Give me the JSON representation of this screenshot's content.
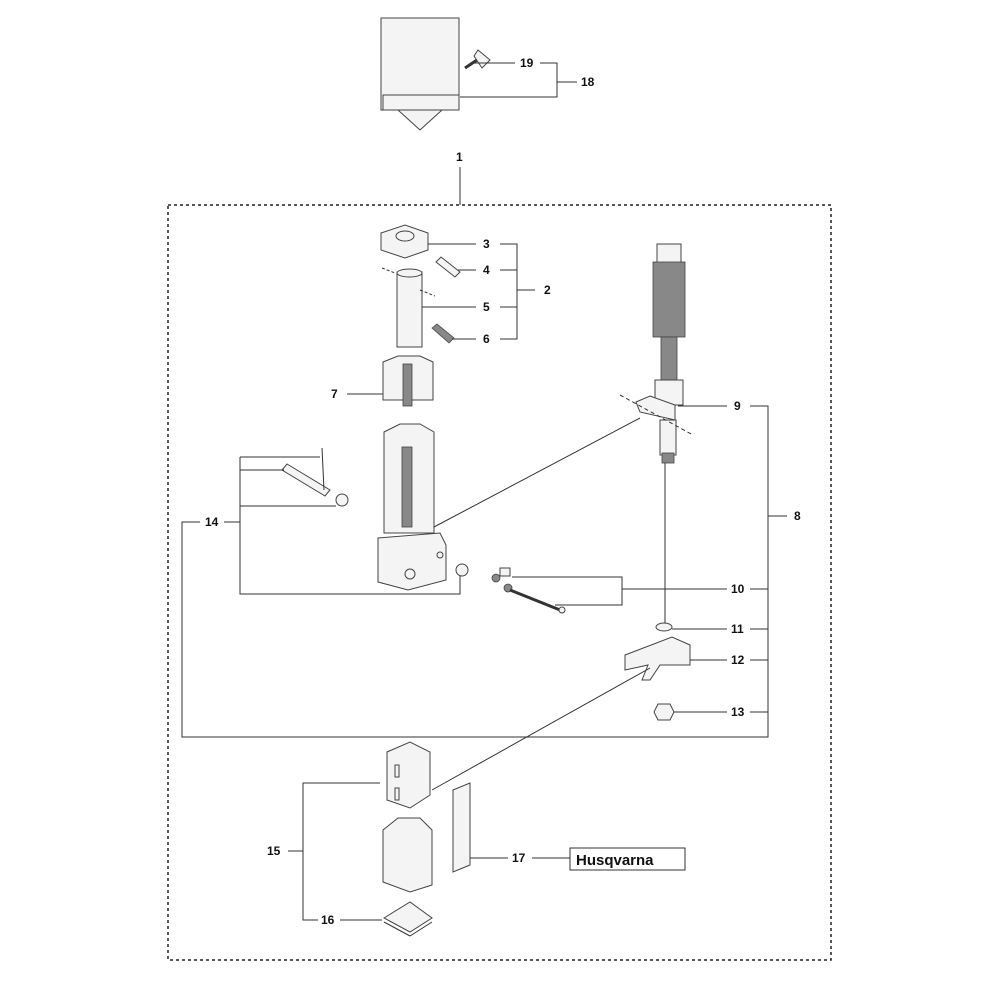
{
  "diagram": {
    "labels": {
      "p1": "1",
      "p2": "2",
      "p3": "3",
      "p4": "4",
      "p5": "5",
      "p6": "6",
      "p7": "7",
      "p8": "8",
      "p9": "9",
      "p10": "10",
      "p11": "11",
      "p12": "12",
      "p13": "13",
      "p14": "14",
      "p15": "15",
      "p16": "16",
      "p17": "17",
      "p18": "18",
      "p19": "19"
    },
    "decal_text": "Husqvarna"
  }
}
